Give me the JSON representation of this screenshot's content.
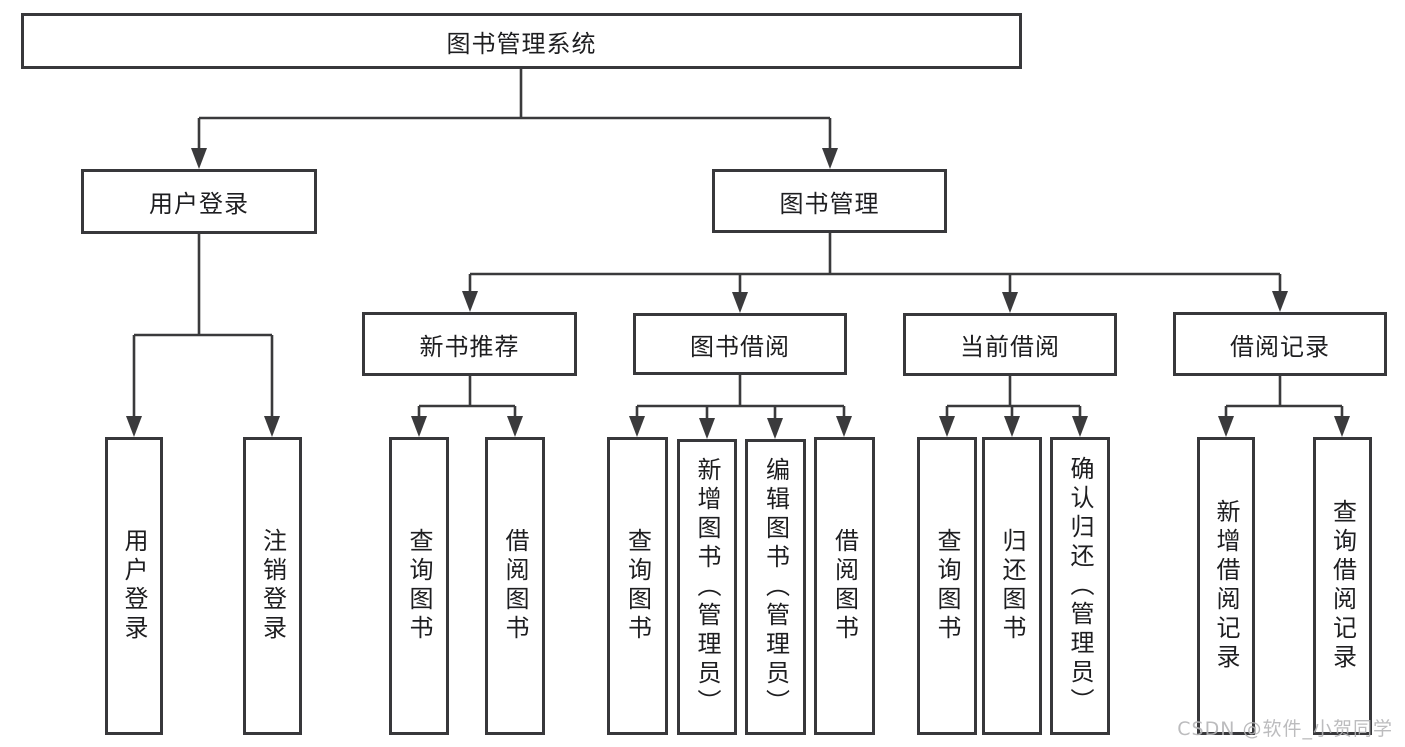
{
  "diagram": {
    "root": {
      "label": "图书管理系统"
    },
    "level2": [
      {
        "label": "用户登录"
      },
      {
        "label": "图书管理"
      }
    ],
    "level3": [
      {
        "label": "新书推荐"
      },
      {
        "label": "图书借阅"
      },
      {
        "label": "当前借阅"
      },
      {
        "label": "借阅记录"
      }
    ],
    "leaves": {
      "user_login": [
        {
          "label": "用户登录"
        },
        {
          "label": "注销登录"
        }
      ],
      "new_books": [
        {
          "label": "查询图书"
        },
        {
          "label": "借阅图书"
        }
      ],
      "book_borrow": [
        {
          "label": "查询图书"
        },
        {
          "label": "新增图书（管理员）"
        },
        {
          "label": "编辑图书（管理员）"
        },
        {
          "label": "借阅图书"
        }
      ],
      "current_borrow": [
        {
          "label": "查询图书"
        },
        {
          "label": "归还图书"
        },
        {
          "label": "确认归还（管理员）"
        }
      ],
      "borrow_records": [
        {
          "label": "新增借阅记录"
        },
        {
          "label": "查询借阅记录"
        }
      ]
    },
    "watermark": "CSDN @软件_小贺同学",
    "colors": {
      "line": "#3a3a3c",
      "border": "#38383b",
      "text": "#1e1e20",
      "watermark": "#b5b5b7"
    }
  }
}
